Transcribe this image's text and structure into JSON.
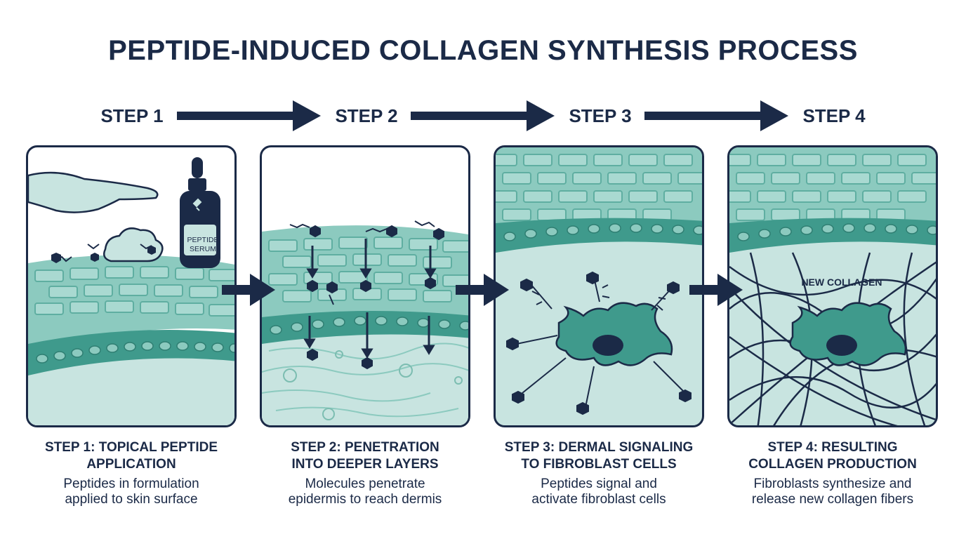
{
  "title": "PEPTIDE-INDUCED COLLAGEN SYNTHESIS PROCESS",
  "steps": [
    {
      "label": "STEP 1",
      "caption_title_line1": "STEP 1: TOPICAL PEPTIDE",
      "caption_title_line2": "APPLICATION",
      "caption_desc_line1": "Peptides in formulation",
      "caption_desc_line2": "applied to skin surface"
    },
    {
      "label": "STEP 2",
      "caption_title_line1": "STEP 2: PENETRATION",
      "caption_title_line2": "INTO DEEPER LAYERS",
      "caption_desc_line1": "Molecules penetrate",
      "caption_desc_line2": "epidermis to reach dermis"
    },
    {
      "label": "STEP 3",
      "caption_title_line1": "STEP 3: DERMAL SIGNALING",
      "caption_title_line2": "TO FIBROBLAST CELLS",
      "caption_desc_line1": "Peptides signal and",
      "caption_desc_line2": "activate fibroblast cells"
    },
    {
      "label": "STEP 4",
      "caption_title_line1": "STEP 4: RESULTING",
      "caption_title_line2": "COLLAGEN PRODUCTION",
      "caption_desc_line1": "Fibroblasts synthesize and",
      "caption_desc_line2": "release new collagen fibers"
    }
  ],
  "panel1": {
    "bottle_label_line1": "PEPTIDE",
    "bottle_label_line2": "SERUM"
  },
  "panel4": {
    "fiber_label": "NEW COLLAGEN"
  },
  "colors": {
    "navy": "#1b2a47",
    "teal_light": "#c8e4e0",
    "teal_mid": "#8ccabf",
    "teal_dark": "#3f9a8c"
  },
  "icons": [
    "hand-icon",
    "serum-bottle-icon",
    "peptide-molecule-icon",
    "fibroblast-cell-icon",
    "arrow-right-icon"
  ]
}
